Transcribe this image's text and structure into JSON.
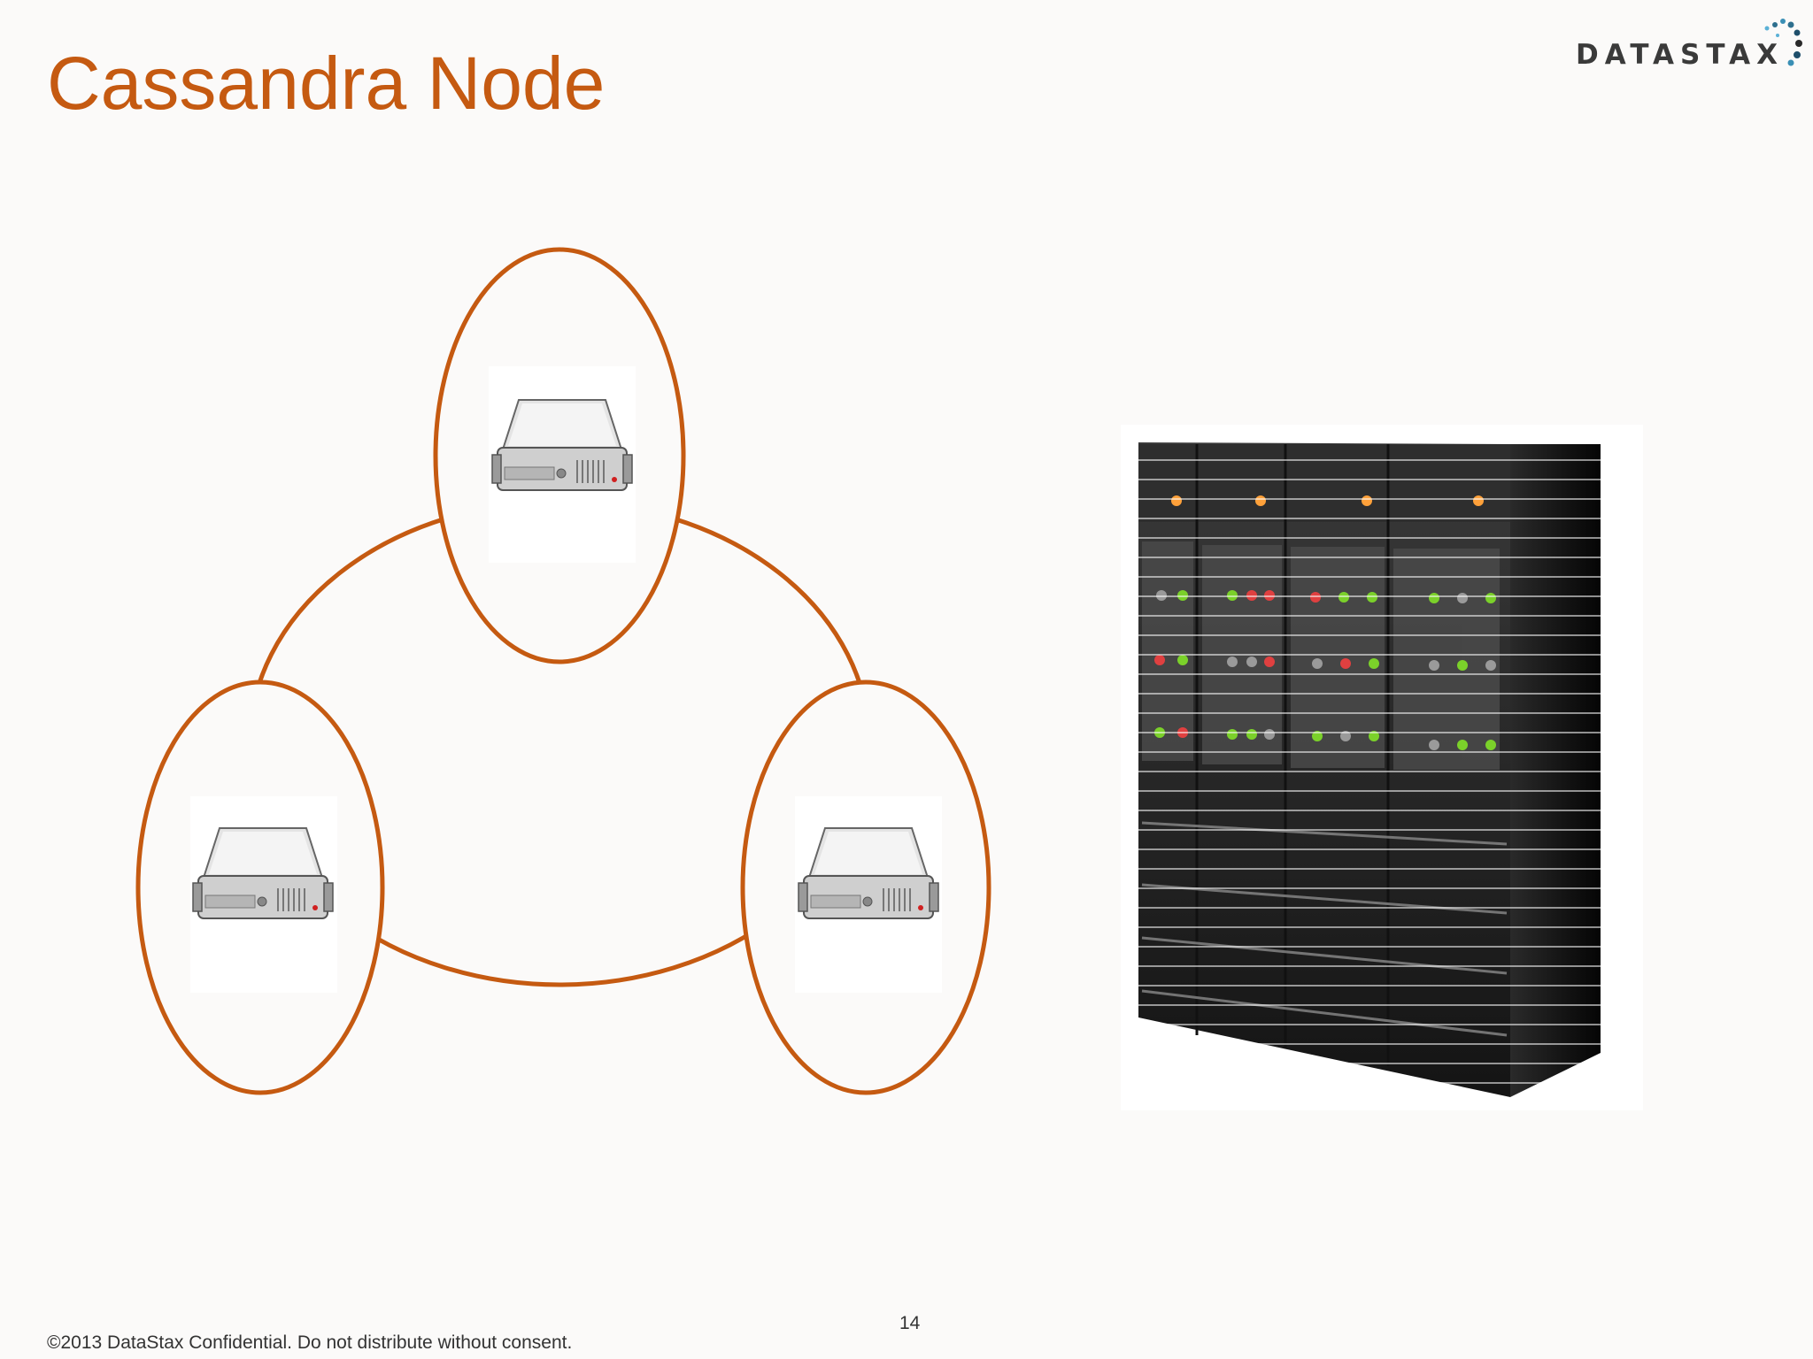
{
  "slide": {
    "title": "Cassandra Node",
    "page_number": "14",
    "footer": "©2013 DataStax Confidential. Do not distribute without consent."
  },
  "logo": {
    "text": "DATASTAX",
    "icon": "datastax-dots-logo"
  },
  "diagram": {
    "nodes": [
      {
        "icon": "server-icon",
        "position_name": "top"
      },
      {
        "icon": "server-icon",
        "position_name": "bottom-left"
      },
      {
        "icon": "server-icon",
        "position_name": "bottom-right"
      }
    ],
    "ring": "cluster-ring",
    "side_image": "server-rack-image"
  },
  "colors": {
    "accent": "#c55a11",
    "background": "#fbfaf9",
    "text": "#333333"
  }
}
